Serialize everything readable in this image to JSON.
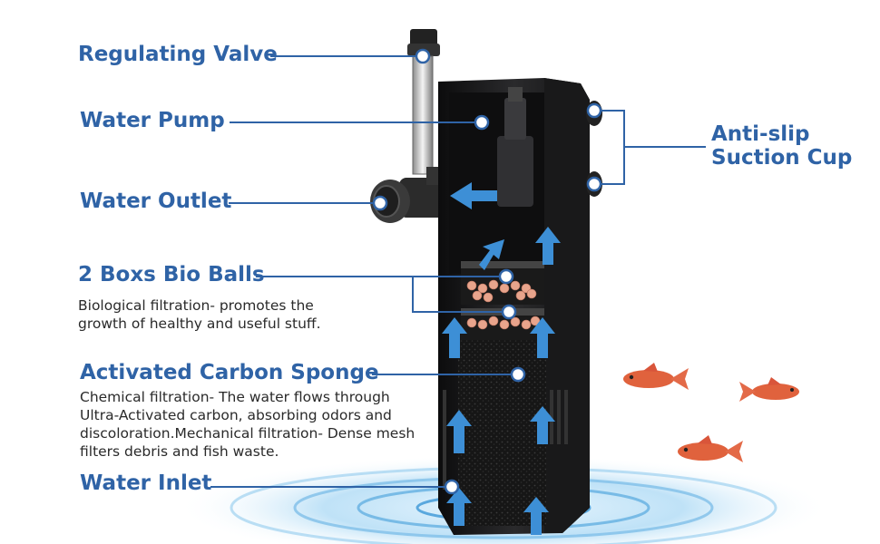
{
  "callouts": {
    "regulating_valve": "Regulating Valve",
    "water_pump": "Water Pump",
    "water_outlet": "Water Outlet",
    "bio_balls": "2 Boxs Bio Balls",
    "bio_balls_desc": "Biological filtration- promotes the growth of healthy and useful stuff.",
    "carbon_sponge": "Activated Carbon Sponge",
    "carbon_sponge_desc": "Chemical filtration- The water flows through Ultra-Activated carbon, absorbing odors and discoloration.Mechanical filtration- Dense mesh filters debris and fish waste.",
    "water_inlet": "Water Inlet",
    "suction_cup": "Anti-slip Suction Cup"
  },
  "colors": {
    "label_blue": "#2f63a6",
    "flow_arrow": "#3d8fd6",
    "filter_body": "#1c1c1e",
    "ripple": "#7fbfe8"
  }
}
